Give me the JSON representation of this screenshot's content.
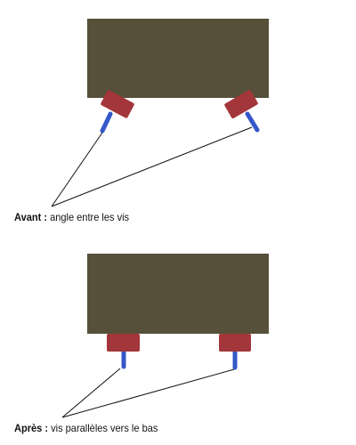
{
  "colors": {
    "panel": "#56503a",
    "clamp": "#a3363a",
    "screw": "#3457c8",
    "line": "#111111",
    "text": "#111111"
  },
  "before": {
    "label_bold": "Avant :",
    "label_text": "angle entre les vis"
  },
  "after": {
    "label_bold": "Après :",
    "label_text": "vis parallèles vers le bas"
  }
}
